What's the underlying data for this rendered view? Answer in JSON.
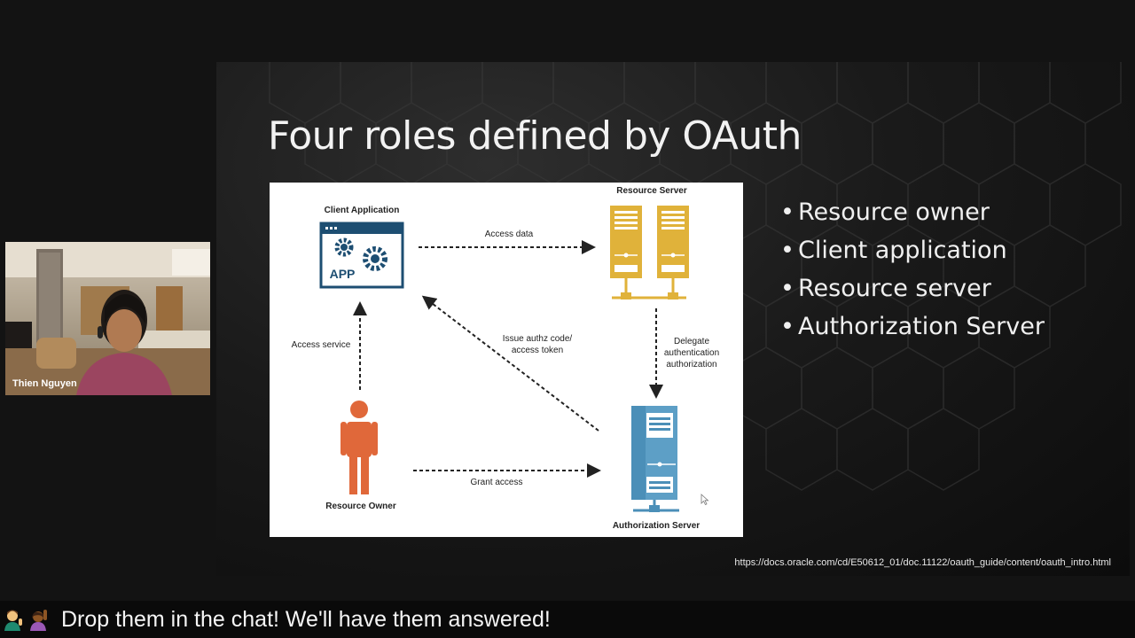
{
  "slide": {
    "title": "Four roles defined by OAuth",
    "bullets": [
      "Resource owner",
      "Client application",
      "Resource server",
      "Authorization Server"
    ],
    "source_url": "https://docs.oracle.com/cd/E50612_01/doc.11122/oauth_guide/content/oauth_intro.html",
    "bullet_symbol": "•"
  },
  "diagram": {
    "client_application": "Client Application",
    "app_badge": "APP",
    "resource_server": "Resource Server",
    "authorization_server": "Authorization Server",
    "resource_owner": "Resource Owner",
    "access_data": "Access data",
    "access_service": "Access service",
    "issue_line1": "Issue authz code/",
    "issue_line2": "access token",
    "delegate_line1": "Delegate",
    "delegate_line2": "authentication",
    "delegate_line3": "authorization",
    "grant_access": "Grant access",
    "colors": {
      "client": "#1d4e72",
      "resource_server": "#e0b23a",
      "authorization_server": "#4b8fb8",
      "owner": "#e0683a"
    }
  },
  "participant": {
    "name": "Thien Nguyen"
  },
  "banner": {
    "message": "Drop them in the chat! We'll have them answered!",
    "emoji_icons": [
      "person-tipping-hand-icon",
      "person-raising-hand-icon"
    ]
  }
}
